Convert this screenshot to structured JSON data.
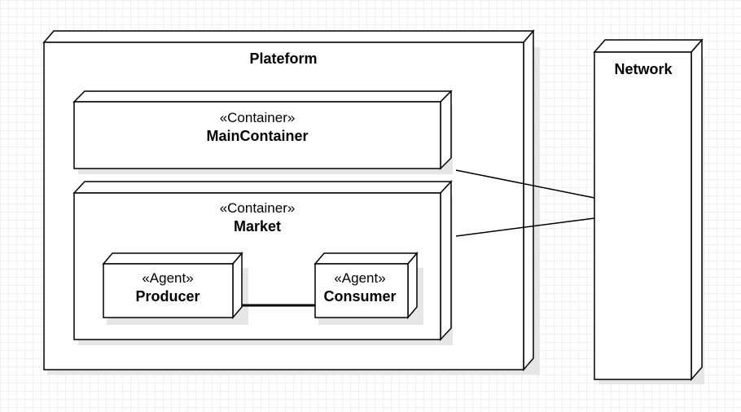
{
  "diagram": {
    "plateform": {
      "title": "Plateform"
    },
    "network": {
      "title": "Network"
    },
    "main_container": {
      "stereotype": "«Container»",
      "title": "MainContainer"
    },
    "market": {
      "stereotype": "«Container»",
      "title": "Market"
    },
    "producer": {
      "stereotype": "«Agent»",
      "title": "Producer"
    },
    "consumer": {
      "stereotype": "«Agent»",
      "title": "Consumer"
    }
  }
}
